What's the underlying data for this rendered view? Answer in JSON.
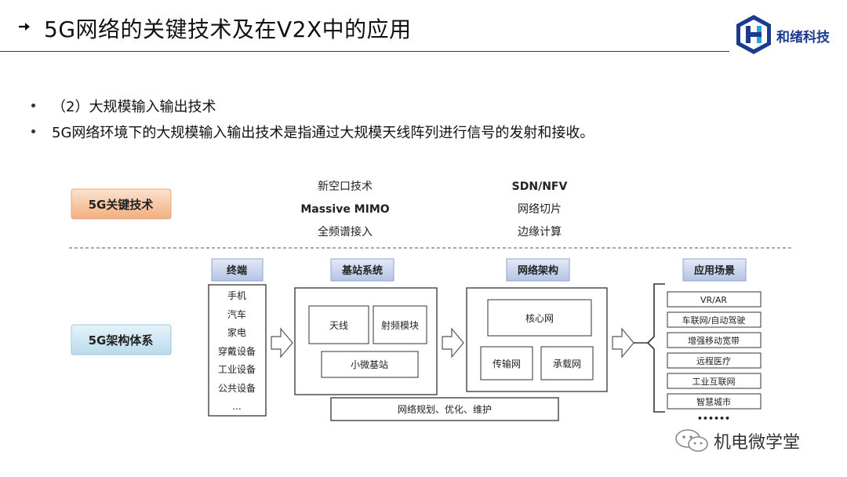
{
  "header": {
    "title": "5G网络的关键技术及在V2X中的应用",
    "logo_text": "和绪科技"
  },
  "bullets": [
    "（2）大规模输入输出技术",
    "5G网络环境下的大规模输入输出技术是指通过大规模天线阵列进行信号的发射和接收。"
  ],
  "diagram": {
    "key_tech_label": "5G关键技术",
    "key_tech_left": [
      "新空口技术",
      "Massive MIMO",
      "全频谱接入"
    ],
    "key_tech_right": [
      "SDN/NFV",
      "网络切片",
      "边缘计算"
    ],
    "arch_label": "5G架构体系",
    "terminal": {
      "header": "终端",
      "items": [
        "手机",
        "汽车",
        "家电",
        "穿戴设备",
        "工业设备",
        "公共设备",
        "..."
      ]
    },
    "base_station": {
      "header": "基站系统",
      "antenna": "天线",
      "rf_module": "射频模块",
      "small_cell": "小微基站"
    },
    "network": {
      "header": "网络架构",
      "core": "核心网",
      "transport": "传输网",
      "bearer": "承载网"
    },
    "planning": "网络规划、优化、维护",
    "applications": {
      "header": "应用场景",
      "items": [
        "VR/AR",
        "车联网/自动驾驶",
        "增强移动宽带",
        "远程医疗",
        "工业互联网",
        "智慧城市"
      ],
      "more": "••••••"
    }
  },
  "watermark": "机电微学堂",
  "colors": {
    "header_text": "#111111",
    "logo_blue": "#1c3a8e",
    "key_tech_fill": "#f6c29a",
    "arch_fill": "#c6e1ee",
    "sub_header_fill": "#c9d4e9"
  }
}
